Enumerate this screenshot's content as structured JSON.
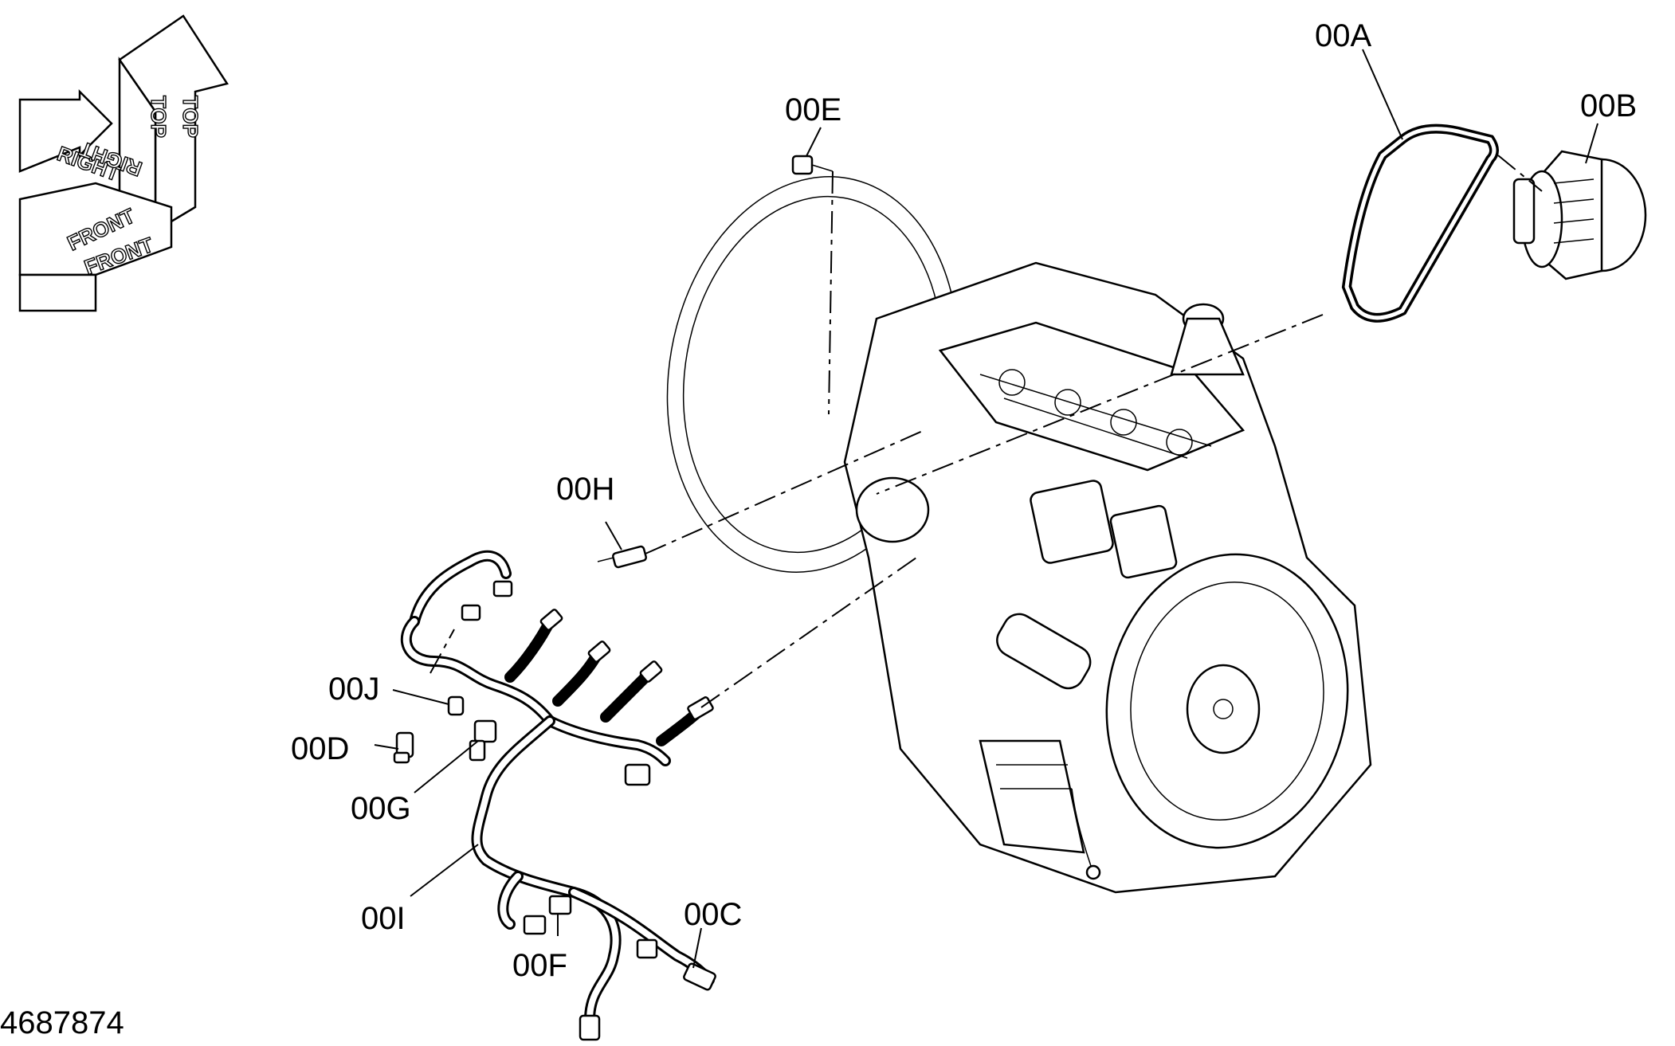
{
  "document_number": "4687874",
  "orientation": {
    "top_label": "TOP",
    "right_label": "RIGHT",
    "front_label": "FRONT"
  },
  "callouts": {
    "a": "00A",
    "b": "00B",
    "c": "00C",
    "d": "00D",
    "e": "00E",
    "f": "00F",
    "g": "00G",
    "h": "00H",
    "i": "00I",
    "j": "00J"
  }
}
